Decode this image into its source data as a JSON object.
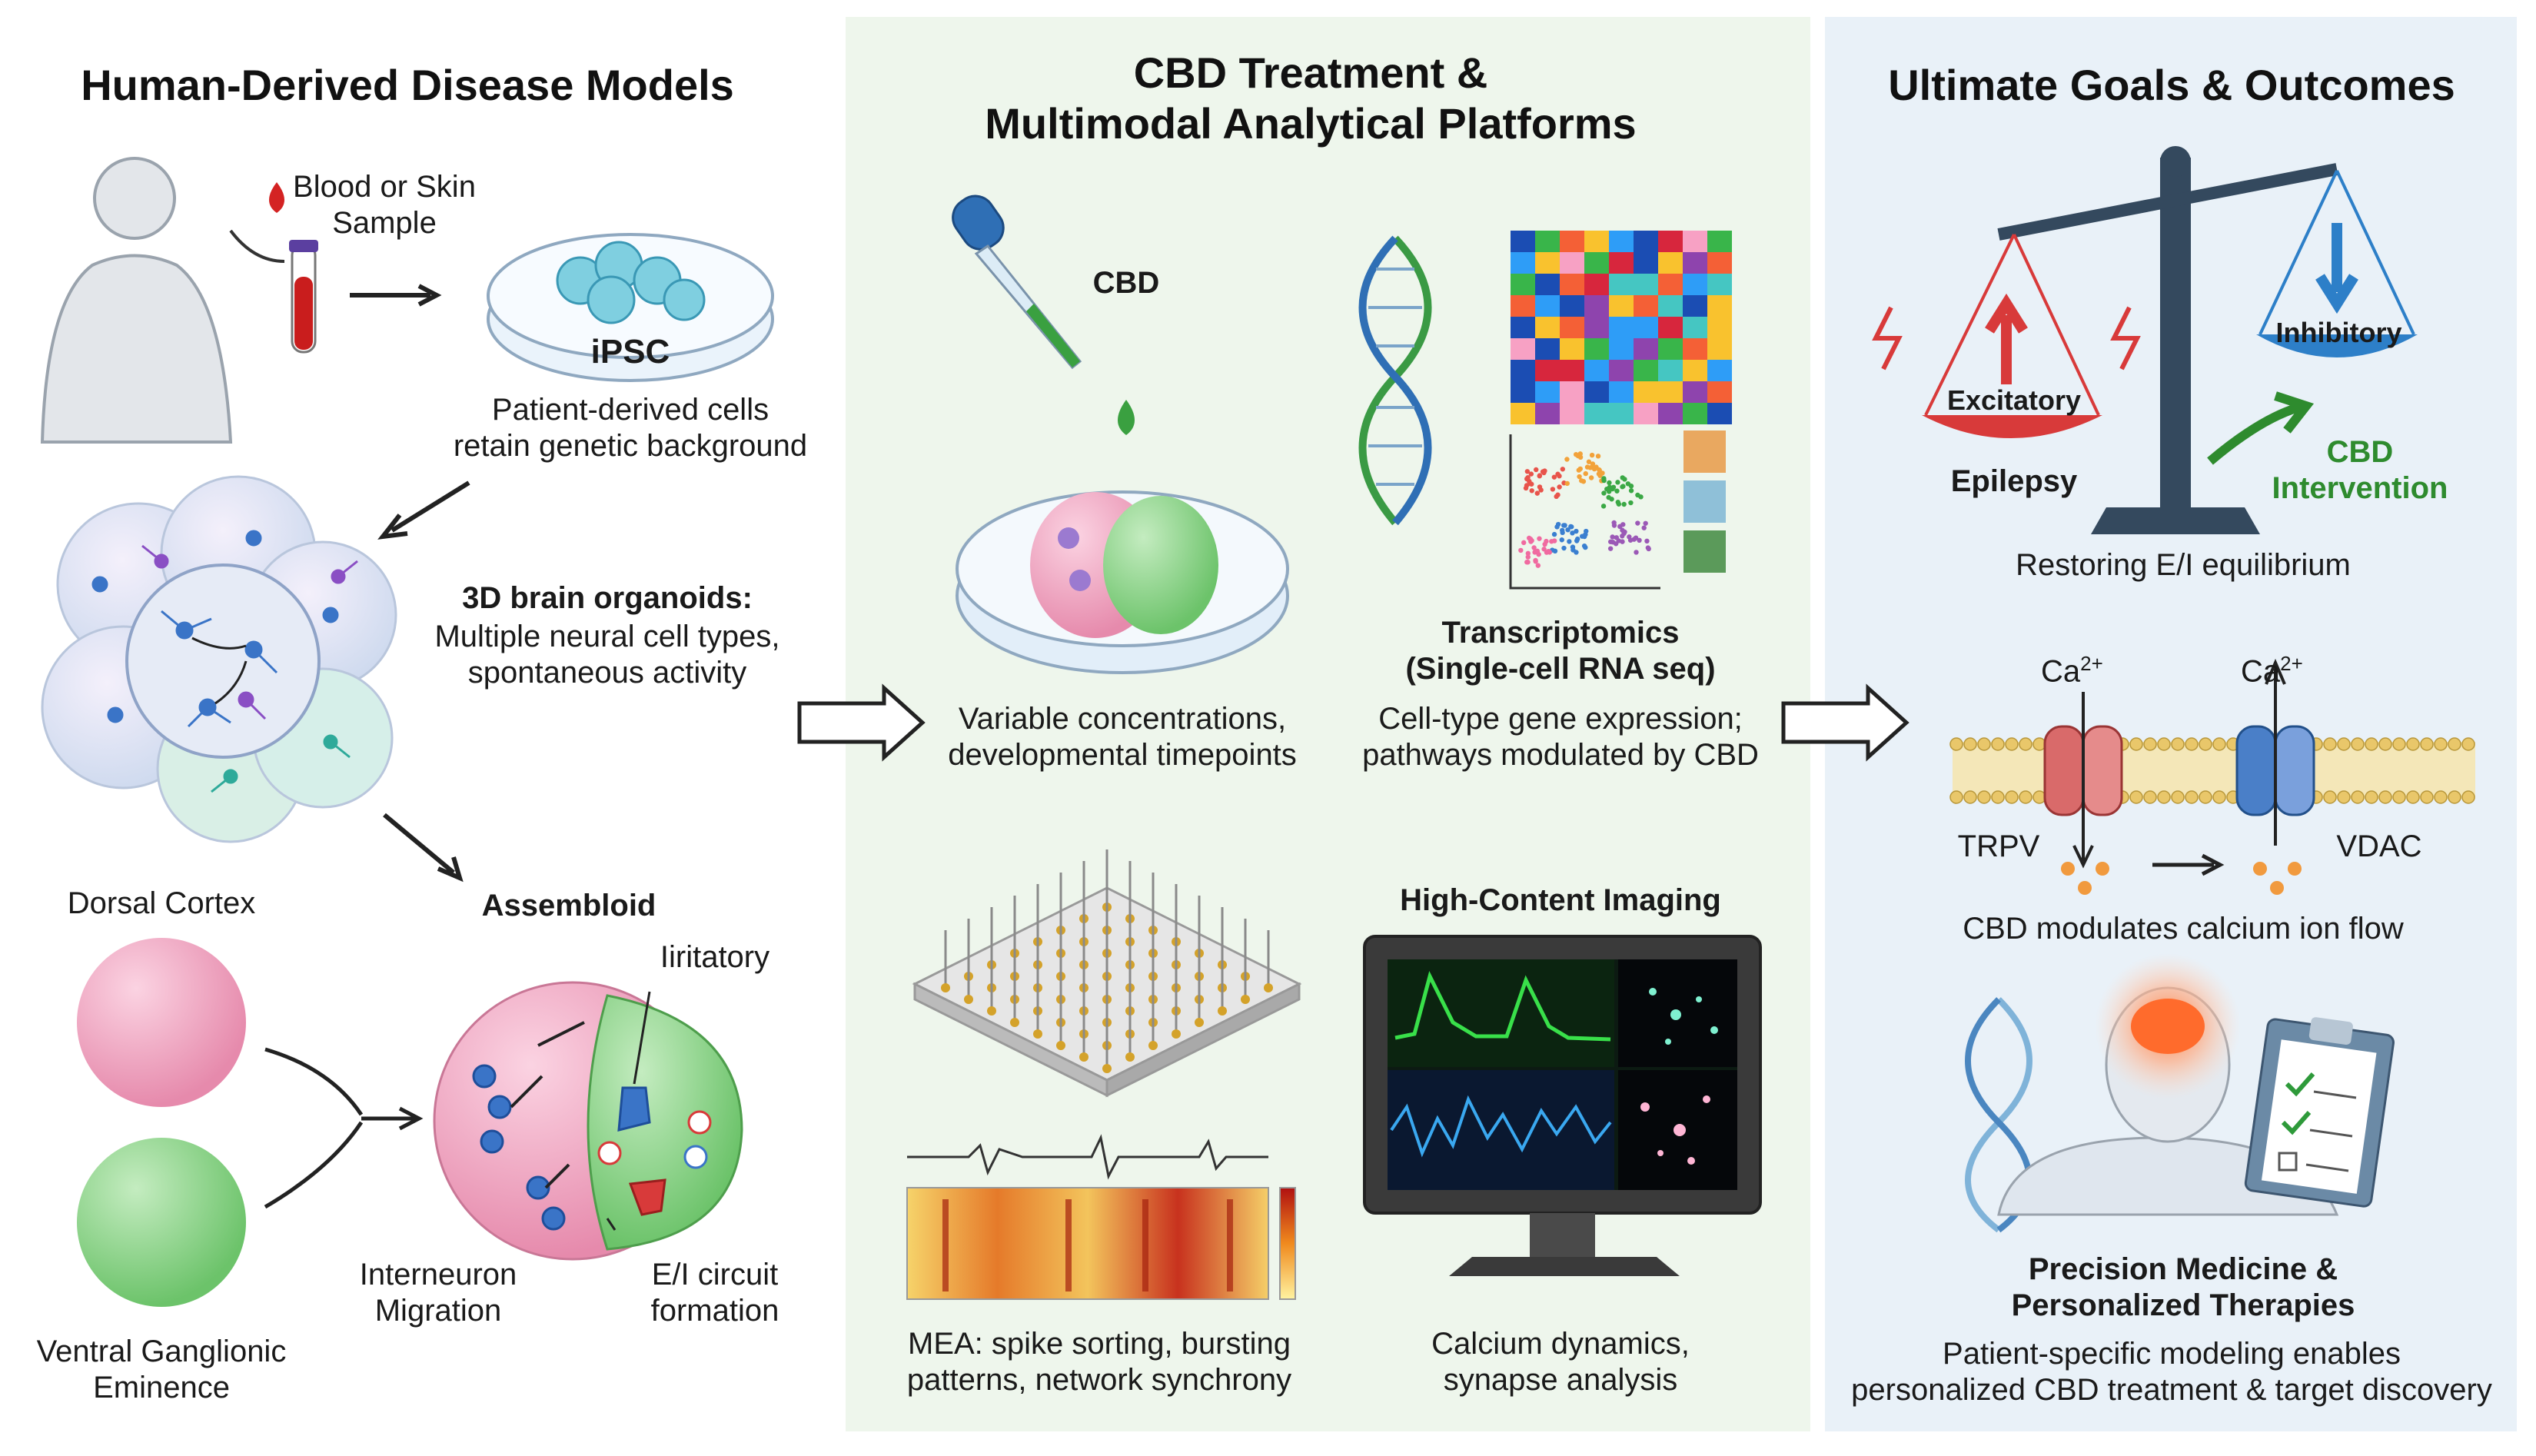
{
  "panels": {
    "left": {
      "title": "Human-Derived Disease Models",
      "sample_label": "Blood or Skin\nSample",
      "ipsc_label": "iPSC",
      "ipsc_caption": "Patient-derived cells\nretain genetic background",
      "organoid_title": "3D brain organoids:",
      "organoid_caption": "Multiple neural cell types,\nspontaneous activity",
      "dorsal_label": "Dorsal Cortex",
      "ventral_label": "Ventral Ganglionic\nEminence",
      "assembloid_label": "Assembloid",
      "excitatory_label": "Iiritatory",
      "migration_label": "Interneuron\nMigration",
      "circuit_label": "E/I circuit\nformation"
    },
    "middle": {
      "title": "CBD Treatment &\nMultimodal Analytical Platforms",
      "cbd_label": "CBD",
      "treatment_caption": "Variable concentrations,\ndevelopmental timepoints",
      "transcriptomics_title": "Transcriptomics\n(Single-cell RNA seq)",
      "transcriptomics_caption": "Cell-type gene expression;\npathways modulated by CBD",
      "imaging_title": "High-Content Imaging",
      "mea_caption": "MEA: spike sorting, bursting\npatterns, network synchrony",
      "imaging_caption": "Calcium dynamics,\nsynapse analysis"
    },
    "right": {
      "title": "Ultimate Goals & Outcomes",
      "excitatory": "Excitatory",
      "inhibitory": "Inhibitory",
      "epilepsy": "Epilepsy",
      "cbd_intervention": "CBD\nIntervention",
      "balance_caption": "Restoring E/I equilibrium",
      "ca_left": "Ca",
      "ca_right": "Ca",
      "ca_charge": "2+",
      "trpv": "TRPV",
      "vdac": "VDAC",
      "calcium_caption": "CBD modulates calcium ion flow",
      "precision_title": "Precision Medicine &\nPersonalized Therapies",
      "precision_caption": "Patient-specific modeling enables\npersonalized CBD treatment & target discovery"
    }
  },
  "colors": {
    "middle_bg": "#eef6ec",
    "right_bg": "#e9f1f8",
    "excitatory": "#d83a3a",
    "inhibitory": "#2d7fc8",
    "cbd_green": "#2e8b2e"
  },
  "icons": [
    "human-silhouette-icon",
    "blood-drop-icon",
    "test-tube-icon",
    "petri-dish-icon",
    "neuron-cluster-icon",
    "dropper-icon",
    "dna-helix-icon",
    "heatmap-icon",
    "umap-scatter-icon",
    "mea-chip-icon",
    "monitor-icon",
    "balance-scale-icon",
    "ion-channel-icon",
    "brain-glow-icon",
    "clipboard-checklist-icon"
  ]
}
